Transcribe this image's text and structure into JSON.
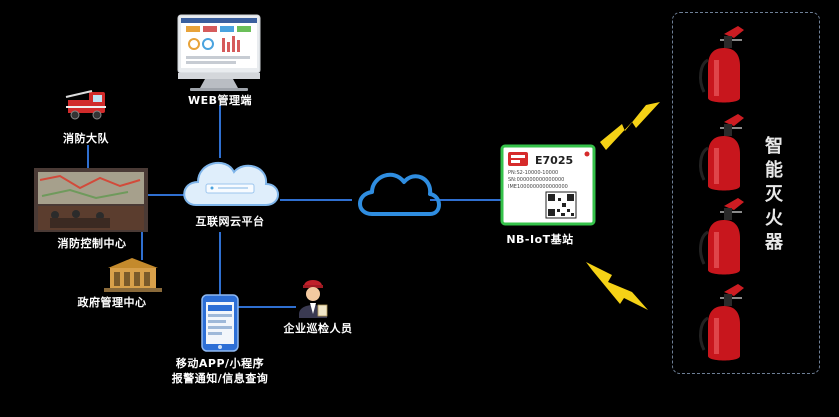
{
  "diagram": {
    "nodes": {
      "web": "WEB管理端",
      "fire_brigade": "消防大队",
      "fire_control": "消防控制中心",
      "gov_center": "政府管理中心",
      "cloud_platform": "互联网云平台",
      "mobile_app_line1": "移动APP/小程序",
      "mobile_app_line2": "报警通知/信息查询",
      "inspector": "企业巡检人员",
      "nbiot": "NB-IoT基站",
      "module_name": "E7025",
      "module_line1": "PN:S2-10000-10000",
      "module_line2": "SN:000000000000000",
      "module_line3": "IME1000000000000000",
      "smart_ext": [
        "智",
        "能",
        "灭",
        "火",
        "器"
      ]
    },
    "colors": {
      "background": "#000000",
      "line": "#2f6fd0",
      "lightning": "#f5d216",
      "extinguisher": "#c8161d",
      "panel_border": "#6e7f96",
      "module_border": "#35c24a"
    },
    "icons": [
      "monitor-icon",
      "fire-truck-icon",
      "control-room-icon",
      "building-icon",
      "cloud-server-icon",
      "cloud-icon",
      "phone-icon",
      "inspector-icon",
      "nbiot-module-icon",
      "lightning-icon",
      "fire-extinguisher-icon"
    ]
  }
}
